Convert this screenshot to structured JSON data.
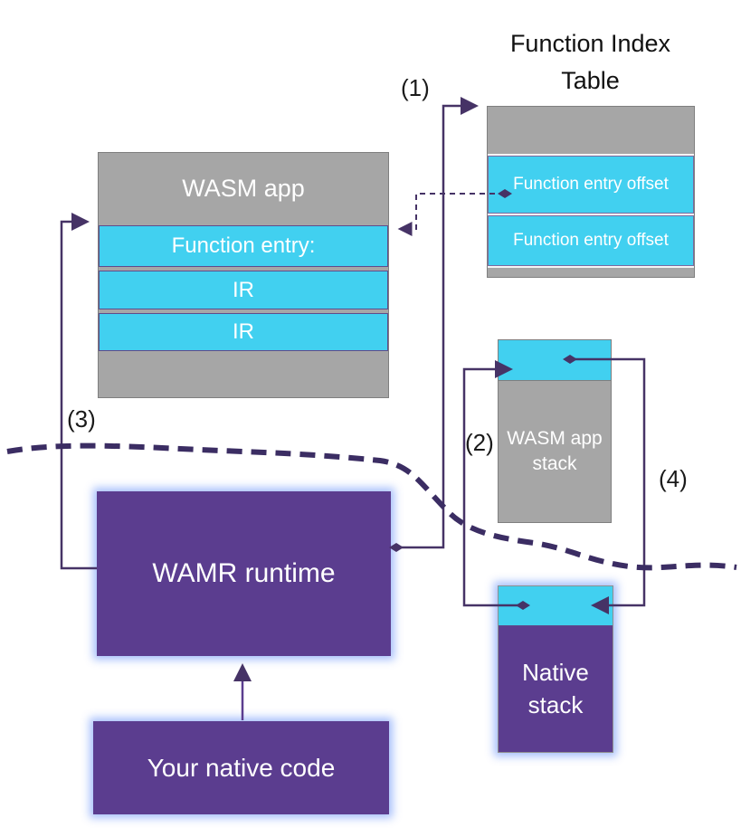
{
  "annotations": {
    "step1": "(1)",
    "step2": "(2)",
    "step3": "(3)",
    "step4": "(4)"
  },
  "function_index_table": {
    "title": "Function Index Table",
    "entries": [
      {
        "label": "Function entry offset"
      },
      {
        "label": "Function entry offset"
      }
    ]
  },
  "wasm_app": {
    "title": "WASM app",
    "rows": [
      {
        "label": "Function entry:"
      },
      {
        "label": "IR"
      },
      {
        "label": "IR"
      }
    ]
  },
  "wasm_app_stack": {
    "label": "WASM app stack"
  },
  "native_stack": {
    "label": "Native stack"
  },
  "wamr_runtime": {
    "label": "WAMR runtime"
  },
  "native_code": {
    "label": "Your native code"
  },
  "colors": {
    "block_gray": "#a6a6a6",
    "block_cyan": "#41d0f0",
    "block_purple": "#5b3d8f",
    "connector_purple": "#463366",
    "boundary_dash_purple": "#3b2d63",
    "glow_blue": "#96b4fa",
    "text_light": "#ffffff",
    "text_dark": "#1a1a1a"
  }
}
